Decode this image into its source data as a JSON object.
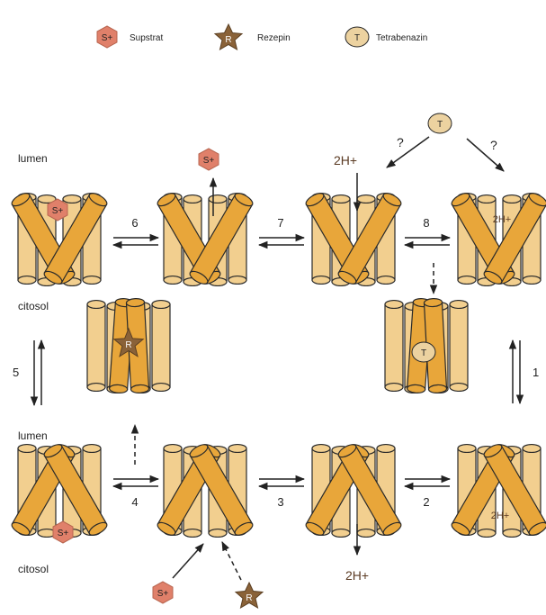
{
  "legend": [
    {
      "symbol": "S+",
      "label": "Supstrat",
      "icon": "substrate-hexagon-icon"
    },
    {
      "symbol": "R",
      "label": "Rezepin",
      "icon": "reserpine-star-icon"
    },
    {
      "symbol": "T",
      "label": "Tetrabenazin",
      "icon": "tetrabenazine-oval-icon"
    }
  ],
  "compartments": {
    "lumen": "lumen",
    "cytosol": "citosol"
  },
  "step_numbers": [
    "1",
    "2",
    "3",
    "4",
    "5",
    "6",
    "7",
    "8"
  ],
  "proton_label": "2H+",
  "unknown_marker": "?",
  "symbols": {
    "substrate": "S+",
    "reserpine": "R",
    "tetrabenazine": "T"
  },
  "colors": {
    "transporter_fill": "#e8a63a",
    "transporter_back": "#f2cf8f",
    "outline": "#2a2a2a",
    "substrate": "#e0806a",
    "reserpine": "#8a6238",
    "tetrabenazine": "#ecd2a0",
    "proton_text": "#5a3a22"
  }
}
